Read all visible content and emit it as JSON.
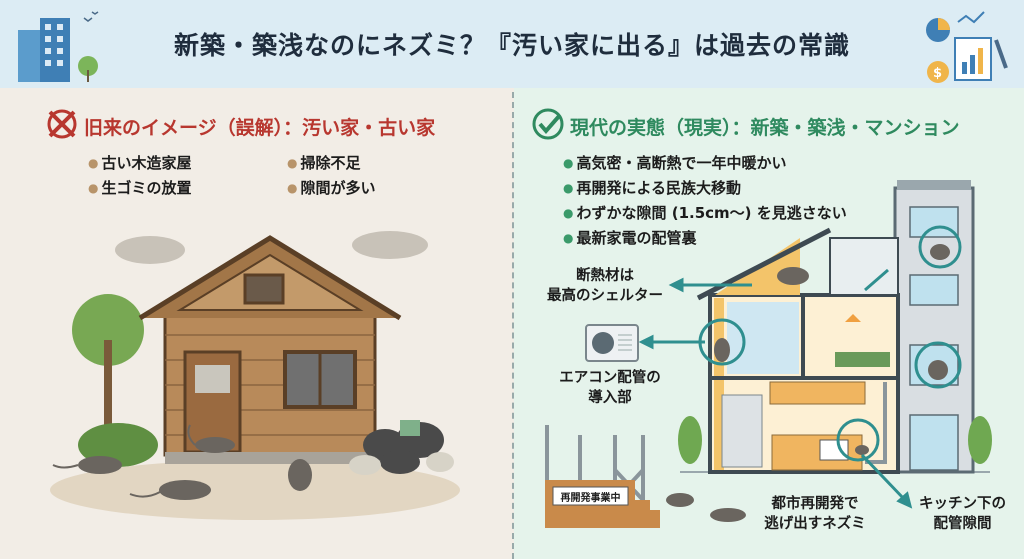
{
  "header": {
    "title": "新築・築浅なのにネズミ？『汚い家に出る』は過去の常識"
  },
  "left": {
    "heading": "旧来のイメージ（誤解）：汚い家・古い家",
    "icon": "x-circle-icon",
    "accent": "#b8372f",
    "bullets": [
      "古い木造家屋",
      "掃除不足",
      "生ゴミの放置",
      "隙間が多い"
    ]
  },
  "right": {
    "heading": "現代の実態（現実）：新築・築浅・マンション",
    "icon": "check-circle-icon",
    "accent": "#2f8a5f",
    "bullets": [
      "高気密・高断熱で一年中暖かい",
      "再開発による民族大移動",
      "わずかな隙間 (1.5cm〜) を見逃さない",
      "最新家電の配管裏"
    ],
    "callouts": {
      "insulation": "断熱材は\n最高のシェルター",
      "aircon": "エアコン配管の\n導入部",
      "construction_sign": "再開発事業中",
      "fleeing": "都市再開発で\n逃げ出すネズミ",
      "kitchen": "キッチン下の\n配管隙間"
    }
  }
}
